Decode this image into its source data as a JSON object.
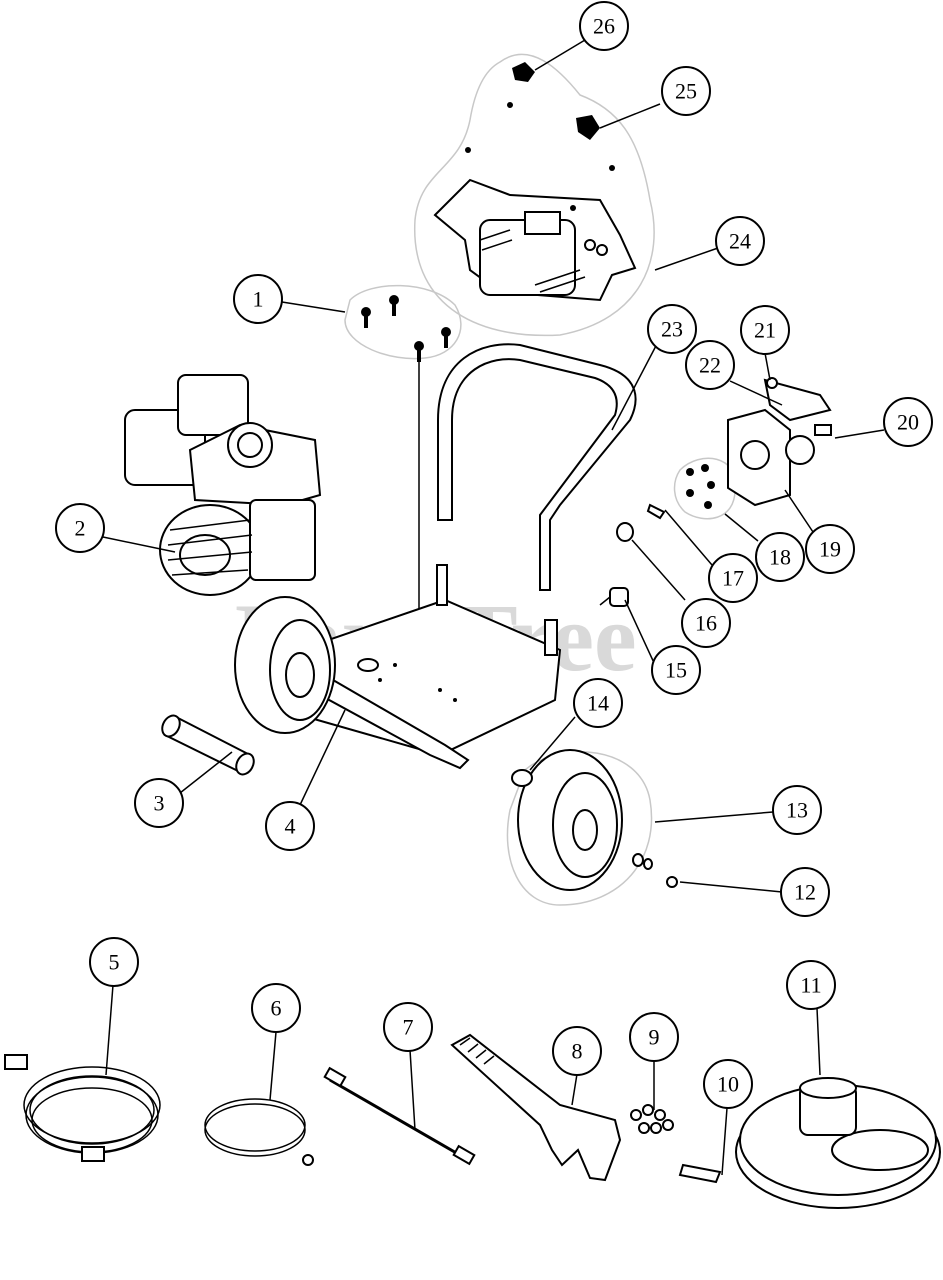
{
  "watermark": "PartsTree",
  "callouts": [
    {
      "label": "1"
    },
    {
      "label": "2"
    },
    {
      "label": "3"
    },
    {
      "label": "4"
    },
    {
      "label": "5"
    },
    {
      "label": "6"
    },
    {
      "label": "7"
    },
    {
      "label": "8"
    },
    {
      "label": "9"
    },
    {
      "label": "10"
    },
    {
      "label": "11"
    },
    {
      "label": "12"
    },
    {
      "label": "13"
    },
    {
      "label": "14"
    },
    {
      "label": "15"
    },
    {
      "label": "16"
    },
    {
      "label": "17"
    },
    {
      "label": "18"
    },
    {
      "label": "19"
    },
    {
      "label": "20"
    },
    {
      "label": "21"
    },
    {
      "label": "22"
    },
    {
      "label": "23"
    },
    {
      "label": "24"
    },
    {
      "label": "25"
    },
    {
      "label": "26"
    }
  ]
}
